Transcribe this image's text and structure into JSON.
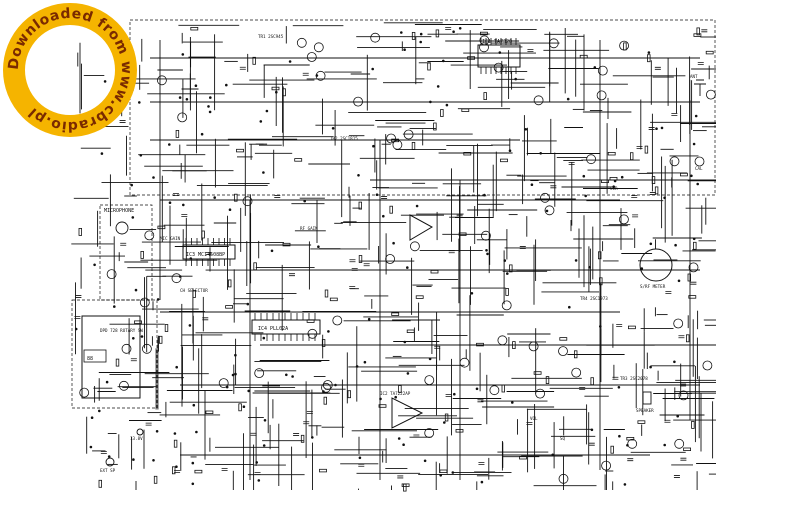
{
  "watermark": {
    "text": "Downloaded from www.cbradio.pl",
    "ring_color": "#f5b400",
    "text_color": "#7a2a00"
  },
  "schematic": {
    "ink_color": "#111111",
    "labels": {
      "ic_trx": "IC1 TA7320",
      "ic_mc": "IC3 MC14508BP",
      "ic_pll": "IC4 PLL02A",
      "ic_audio": "IC2 TA7222AP",
      "microphone": "MICROPHONE",
      "display": "DPD 728 ROTARY SW",
      "digits": "88",
      "ant": "ANT",
      "ext_sp": "EXT SP",
      "power": "13.8V",
      "s_meter": "S/RF METER",
      "tr1": "TR1 2SC945",
      "tr2": "TR2 2SC1815",
      "tr3": "TR3 2SC2078",
      "tr4": "TR4 2SC1973",
      "ch_sel": "CH SELECTOR",
      "vol": "VOL",
      "sq": "SQ",
      "rfg": "RF GAIN",
      "mic_gain": "MIC GAIN",
      "ccr": "CCR",
      "cal": "CAL",
      "speaker": "SPEAKER"
    }
  }
}
